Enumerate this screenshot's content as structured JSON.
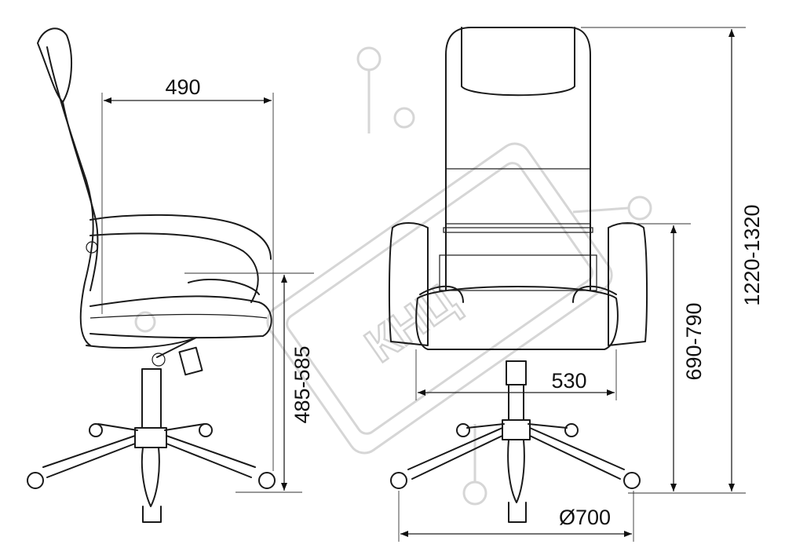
{
  "watermark": "КНЦ",
  "dimensions": {
    "seat_depth": "490",
    "seat_height": "485-585",
    "seat_width": "530",
    "armrest_height": "690-790",
    "total_height": "1220-1320",
    "base_diameter": "Ø700"
  },
  "colors": {
    "line": "#1a1a1a",
    "watermark": "#d6d6d6"
  }
}
